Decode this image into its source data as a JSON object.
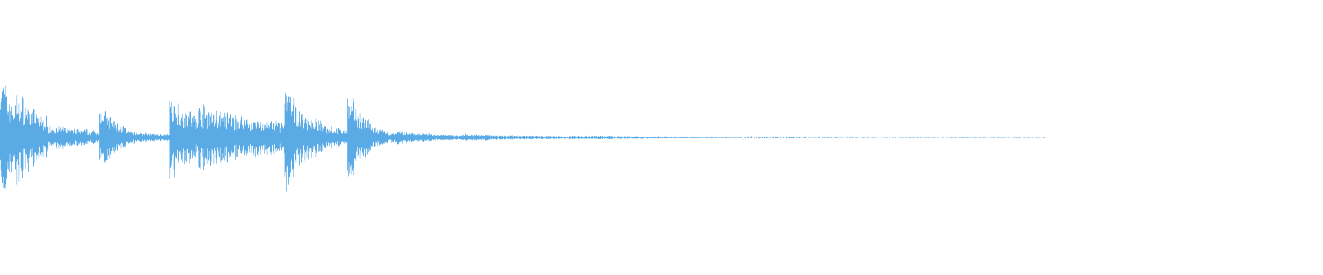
{
  "waveform": {
    "color": "#5aaae6",
    "background": "#ffffff",
    "segments": [
      {
        "start": 0.0,
        "end": 0.012,
        "peak": 0.62,
        "base": 0.3
      },
      {
        "start": 0.012,
        "end": 0.035,
        "peak": 0.42,
        "base": 0.18
      },
      {
        "start": 0.035,
        "end": 0.075,
        "peak": 0.12,
        "base": 0.06
      },
      {
        "start": 0.075,
        "end": 0.095,
        "peak": 0.3,
        "base": 0.1
      },
      {
        "start": 0.095,
        "end": 0.128,
        "peak": 0.06,
        "base": 0.03
      },
      {
        "start": 0.128,
        "end": 0.15,
        "peak": 0.4,
        "base": 0.2
      },
      {
        "start": 0.15,
        "end": 0.215,
        "peak": 0.28,
        "base": 0.14
      },
      {
        "start": 0.215,
        "end": 0.232,
        "peak": 0.48,
        "base": 0.2
      },
      {
        "start": 0.232,
        "end": 0.262,
        "peak": 0.2,
        "base": 0.07
      },
      {
        "start": 0.262,
        "end": 0.28,
        "peak": 0.42,
        "base": 0.15
      },
      {
        "start": 0.28,
        "end": 0.3,
        "peak": 0.1,
        "base": 0.04
      },
      {
        "start": 0.3,
        "end": 0.35,
        "peak": 0.06,
        "base": 0.02
      },
      {
        "start": 0.35,
        "end": 0.43,
        "peak": 0.03,
        "base": 0.01
      },
      {
        "start": 0.43,
        "end": 0.56,
        "peak": 0.015,
        "base": 0.005
      },
      {
        "start": 0.56,
        "end": 0.7,
        "peak": 0.008,
        "base": 0.004
      },
      {
        "start": 0.7,
        "end": 0.79,
        "peak": 0.005,
        "base": 0.003
      },
      {
        "start": 0.79,
        "end": 1.0,
        "peak": 0.0,
        "base": 0.0
      }
    ]
  }
}
